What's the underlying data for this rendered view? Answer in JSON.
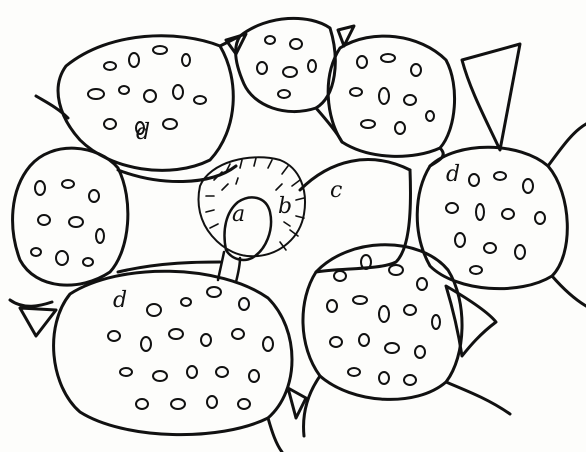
{
  "figure": {
    "labels": {
      "a": "a",
      "b": "b",
      "c": "c",
      "d_top_left": "d",
      "d_right": "d",
      "d_bottom_left": "d"
    }
  },
  "colors": {
    "ink": "#111111",
    "paper": "#fdfdfb"
  }
}
